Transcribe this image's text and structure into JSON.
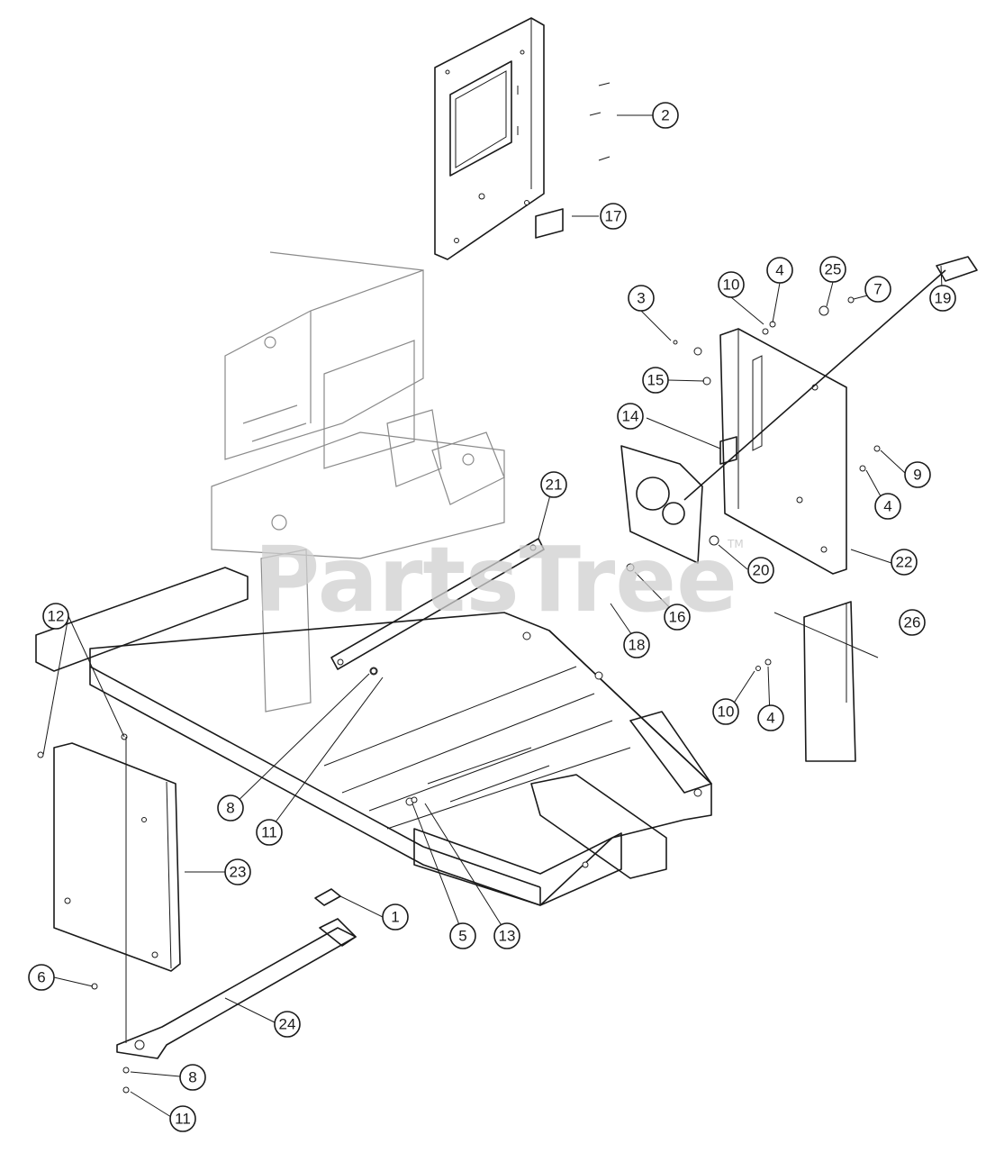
{
  "watermark": {
    "text": "PartsTree",
    "trademark": "TM"
  },
  "callouts": [
    {
      "id": "c2",
      "label": "2"
    },
    {
      "id": "c17",
      "label": "17"
    },
    {
      "id": "c3",
      "label": "3"
    },
    {
      "id": "c10a",
      "label": "10"
    },
    {
      "id": "c4a",
      "label": "4"
    },
    {
      "id": "c25",
      "label": "25"
    },
    {
      "id": "c7",
      "label": "7"
    },
    {
      "id": "c19",
      "label": "19"
    },
    {
      "id": "c15",
      "label": "15"
    },
    {
      "id": "c14",
      "label": "14"
    },
    {
      "id": "c9",
      "label": "9"
    },
    {
      "id": "c4b",
      "label": "4"
    },
    {
      "id": "c21",
      "label": "21"
    },
    {
      "id": "c20",
      "label": "20"
    },
    {
      "id": "c22",
      "label": "22"
    },
    {
      "id": "c12",
      "label": "12"
    },
    {
      "id": "c16",
      "label": "16"
    },
    {
      "id": "c18",
      "label": "18"
    },
    {
      "id": "c26",
      "label": "26"
    },
    {
      "id": "c10b",
      "label": "10"
    },
    {
      "id": "c4c",
      "label": "4"
    },
    {
      "id": "c8a",
      "label": "8"
    },
    {
      "id": "c11a",
      "label": "11"
    },
    {
      "id": "c23",
      "label": "23"
    },
    {
      "id": "c1",
      "label": "1"
    },
    {
      "id": "c5",
      "label": "5"
    },
    {
      "id": "c13",
      "label": "13"
    },
    {
      "id": "c6",
      "label": "6"
    },
    {
      "id": "c24",
      "label": "24"
    },
    {
      "id": "c8b",
      "label": "8"
    },
    {
      "id": "c11b",
      "label": "11"
    }
  ]
}
